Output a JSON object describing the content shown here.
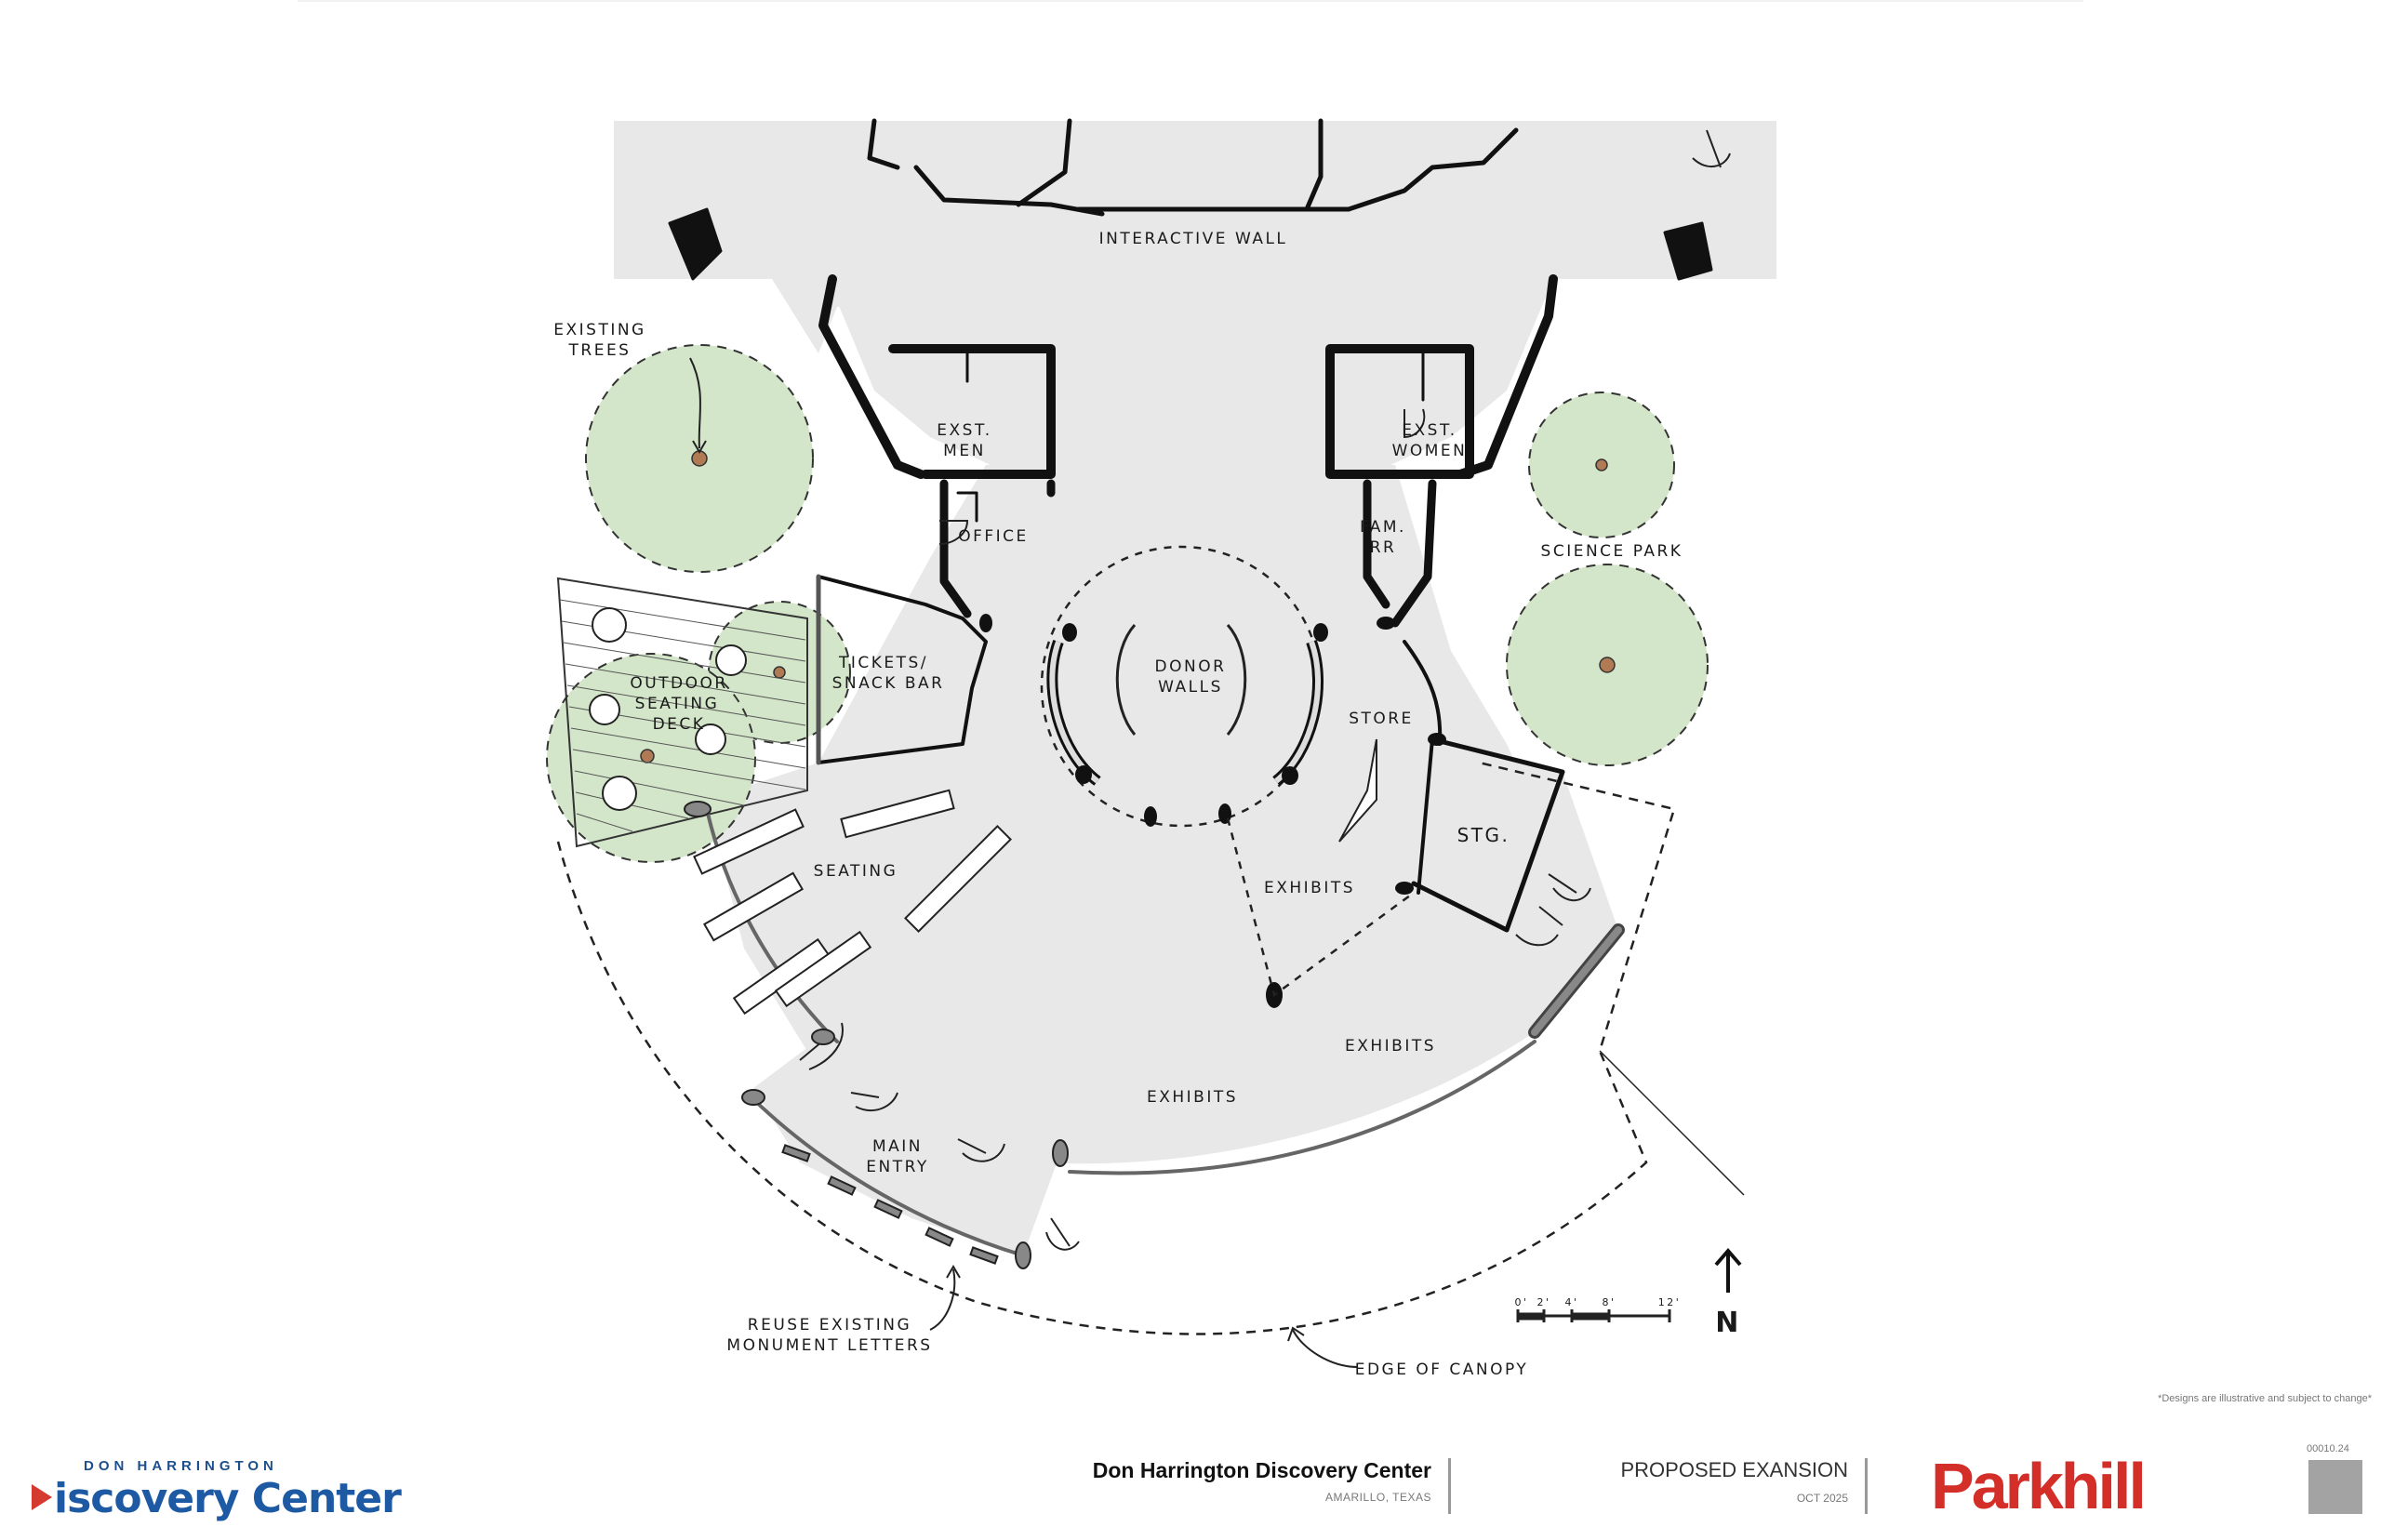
{
  "labels": {
    "interactive_wall": "INTERACTIVE WALL",
    "existing_trees_1": "EXISTING",
    "existing_trees_2": "TREES",
    "exst_men_1": "EXST.",
    "exst_men_2": "MEN",
    "exst_women_1": "EXST.",
    "exst_women_2": "WOMEN",
    "office": "OFFICE",
    "fam_rr_1": "FAM.",
    "fam_rr_2": "RR",
    "science_park": "SCIENCE PARK",
    "donor_walls_1": "DONOR",
    "donor_walls_2": "WALLS",
    "tickets_1": "TICKETS/",
    "tickets_2": "SNACK BAR",
    "outdoor_1": "OUTDOOR",
    "outdoor_2": "SEATING",
    "outdoor_3": "DECK",
    "store": "STORE",
    "stg": "STG.",
    "seating": "SEATING",
    "exhibits_1": "EXHIBITS",
    "exhibits_2": "EXHIBITS",
    "exhibits_3": "EXHIBITS",
    "main_entry_1": "MAIN",
    "main_entry_2": "ENTRY",
    "reuse_1": "REUSE EXISTING",
    "reuse_2": "MONUMENT LETTERS",
    "edge_canopy": "EDGE OF CANOPY",
    "north": "N",
    "scale_0": "0'",
    "scale_2": "2'",
    "scale_4": "4'",
    "scale_8": "8'",
    "scale_12": "12'"
  },
  "disclaimer": "*Designs are illustrative and subject to change*",
  "footer": {
    "logo_top": "DON HARRINGTON",
    "logo_main": "iscovery Center",
    "project_name": "Don Harrington Discovery Center",
    "project_location": "AMARILLO, TEXAS",
    "phase": "PROPOSED EXANSION",
    "date": "OCT 2025",
    "firm": "Parkhill",
    "sheet_number": "00010.24"
  },
  "colors": {
    "floor": "#e7e7e7",
    "wall": "#111111",
    "tree": "#cfe3c4",
    "brand_blue": "#1d5aa3",
    "brand_red": "#d42e29"
  }
}
